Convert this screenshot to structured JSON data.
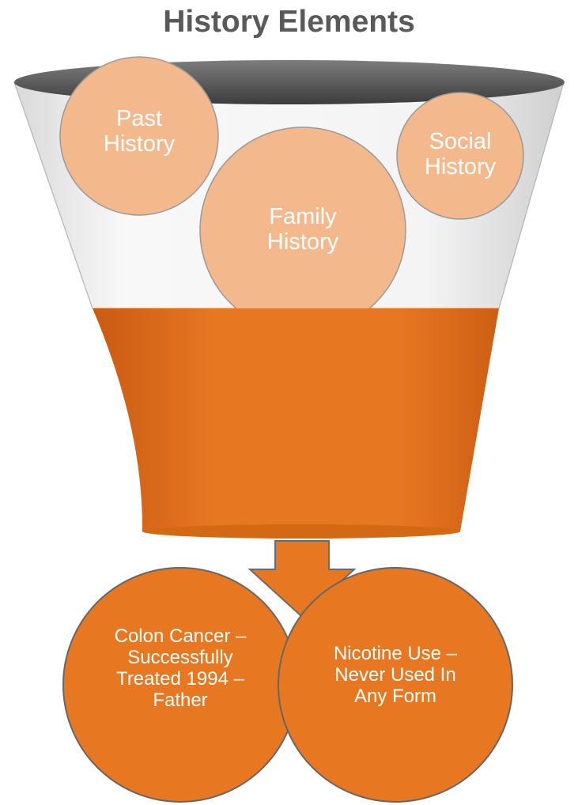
{
  "title": "History Elements",
  "funnel_inputs": [
    {
      "lines": [
        "Past",
        "History"
      ]
    },
    {
      "lines": [
        "Family",
        "History"
      ]
    },
    {
      "lines": [
        "Social",
        "History"
      ]
    }
  ],
  "outputs": [
    {
      "lines": [
        "Colon Cancer –",
        "Successfully",
        "Treated 1994 –",
        "Father"
      ]
    },
    {
      "lines": [
        "Nicotine Use –",
        "Never Used In",
        "Any Form"
      ]
    }
  ],
  "colors": {
    "orange": "#e87722",
    "orange_dark": "#c95a12",
    "circle_light": "#f3b98d",
    "funnel_rim": "#6b6b6b",
    "title": "#595959"
  }
}
